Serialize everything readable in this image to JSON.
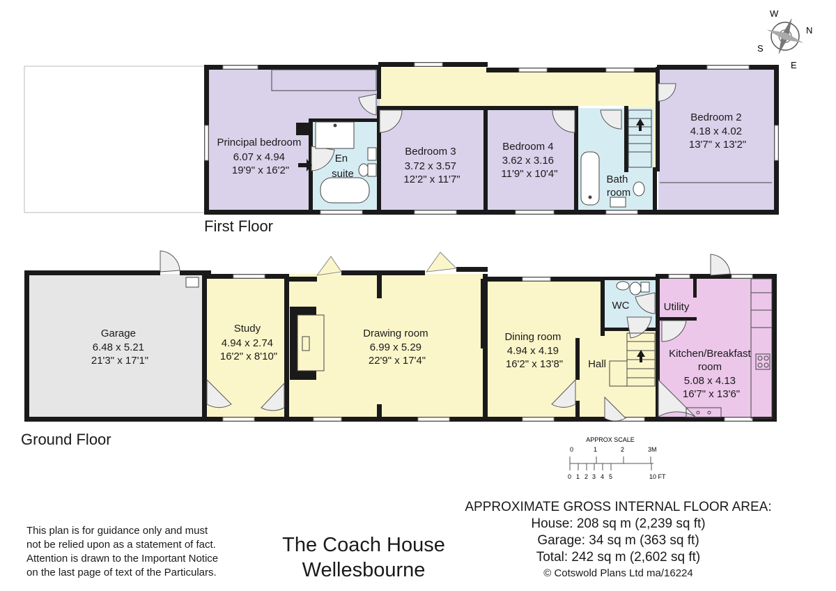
{
  "floors": {
    "first_floor_label": "First Floor",
    "ground_floor_label": "Ground Floor"
  },
  "rooms": {
    "principal_bedroom": {
      "name": "Principal bedroom",
      "metric": "6.07 x 4.94",
      "imperial": "19'9\" x 16'2\""
    },
    "en_suite": {
      "line1": "En",
      "line2": "suite"
    },
    "bedroom3": {
      "name": "Bedroom 3",
      "metric": "3.72 x 3.57",
      "imperial": "12'2\" x 11'7\""
    },
    "bedroom4": {
      "name": "Bedroom 4",
      "metric": "3.62 x 3.16",
      "imperial": "11'9\" x 10'4\""
    },
    "bathroom": {
      "line1": "Bath",
      "line2": "room"
    },
    "bedroom2": {
      "name": "Bedroom 2",
      "metric": "4.18 x 4.02",
      "imperial": "13'7\" x 13'2\""
    },
    "garage": {
      "name": "Garage",
      "metric": "6.48 x 5.21",
      "imperial": "21'3\" x 17'1\""
    },
    "study": {
      "name": "Study",
      "metric": "4.94 x 2.74",
      "imperial": "16'2\" x 8'10\""
    },
    "drawing_room": {
      "name": "Drawing room",
      "metric": "6.99 x 5.29",
      "imperial": "22'9\" x 17'4\""
    },
    "dining_room": {
      "name": "Dining room",
      "metric": "4.94 x 4.19",
      "imperial": "16'2\" x 13'8\""
    },
    "wc": {
      "name": "WC"
    },
    "utility": {
      "name": "Utility"
    },
    "hall": {
      "name": "Hall"
    },
    "kitchen": {
      "line1": "Kitchen/Breakfast",
      "line2": "room",
      "metric": "5.08 x 4.13",
      "imperial": "16'7\" x 13'6\""
    }
  },
  "compass": {
    "n": "N",
    "s": "S",
    "e": "E",
    "w": "W"
  },
  "scale": {
    "title": "APPROX SCALE",
    "metric_ticks": [
      "0",
      "1",
      "2",
      "3M"
    ],
    "imperial_ticks": [
      "0",
      "1",
      "2",
      "3",
      "4",
      "5",
      "10 FT"
    ]
  },
  "disclaimer": [
    "This plan is for guidance only and must",
    "not be relied upon as a statement of fact.",
    "Attention is drawn to the Important Notice",
    "on the last page of text of the Particulars."
  ],
  "property": {
    "line1": "The Coach House",
    "line2": "Wellesbourne"
  },
  "area": {
    "heading": "APPROXIMATE GROSS INTERNAL FLOOR AREA:",
    "house": "House: 208 sq m (2,239 sq ft)",
    "garage": "Garage: 34 sq m (363 sq ft)",
    "total": "Total: 242 sq m (2,602 sq ft)",
    "copyright": "© Cotswold Plans Ltd ma/16224"
  },
  "colors": {
    "wall": "#1a1a1a",
    "bedroom_fill": "#d9d2ea",
    "bathroom_fill": "#d6ecf3",
    "living_fill": "#fbf6c9",
    "garage_fill": "#e6e6e6",
    "kitchen_fill": "#ecc7ea",
    "door_fill": "#eeeeee"
  }
}
